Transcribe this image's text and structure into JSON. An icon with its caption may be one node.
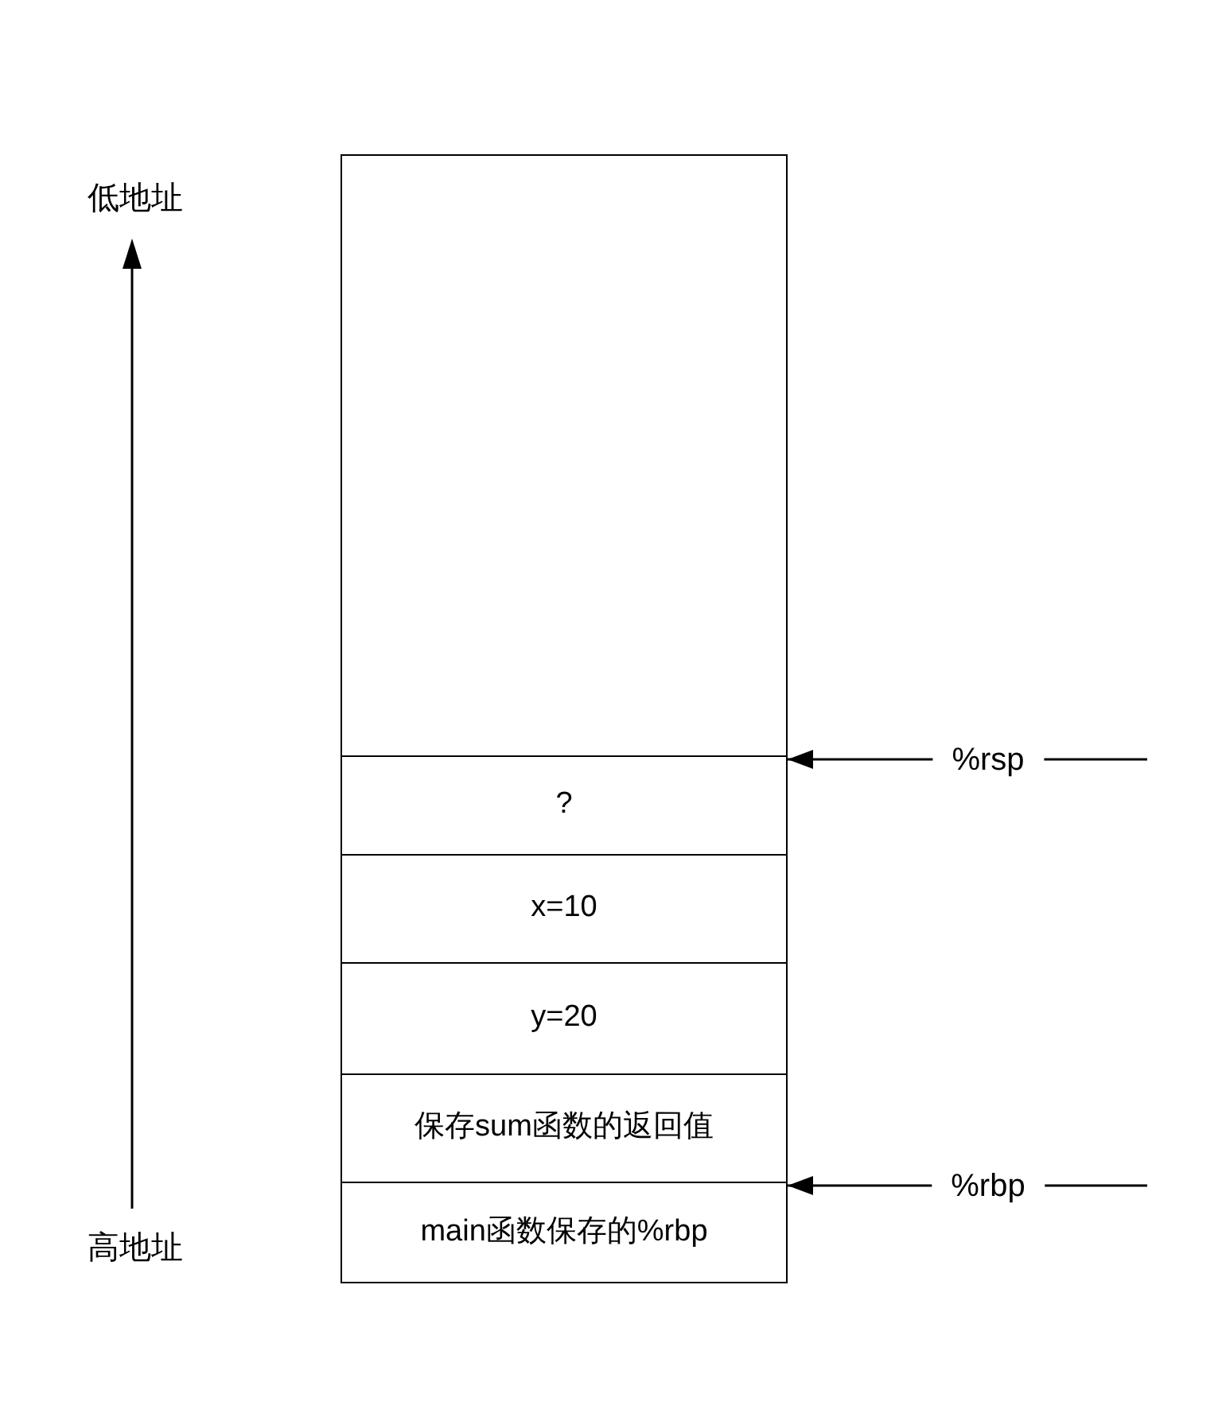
{
  "diagram": {
    "nodes": [
      {
        "text": [],
        "shape": "box"
      },
      {
        "text": [
          "?"
        ]
      },
      {
        "text": [
          "x=10"
        ]
      },
      {
        "text": [
          "y=20"
        ]
      },
      {
        "text": [
          "保存sum函数的返回值"
        ]
      },
      {
        "text": [
          "main函数保存的%rbp"
        ]
      }
    ],
    "edges": [
      {
        "from": null,
        "to": 1,
        "arrow": "to",
        "label": "%rsp"
      },
      {
        "from": null,
        "to": 5,
        "arrow": "to",
        "label": "%rbp"
      }
    ],
    "labels": [
      "低地址",
      "高地址"
    ]
  }
}
